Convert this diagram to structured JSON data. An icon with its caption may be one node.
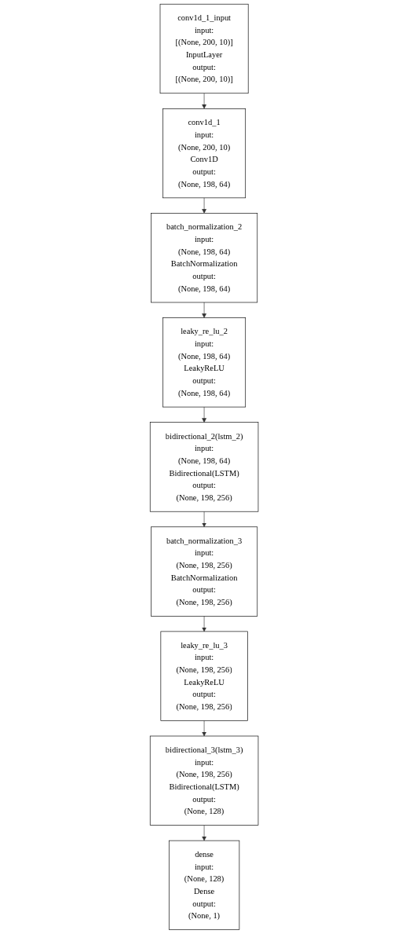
{
  "diagram": {
    "nodes": [
      {
        "text": [
          "conv1d_1_input",
          "input:",
          "[(None, 200, 10)]",
          "InputLayer",
          "output:",
          "[(None, 200, 10)]"
        ]
      },
      {
        "text": [
          "conv1d_1",
          "input:",
          "(None, 200, 10)",
          "Conv1D",
          "output:",
          "(None, 198, 64)"
        ]
      },
      {
        "text": [
          "batch_normalization_2",
          "input:",
          "(None, 198, 64)",
          "BatchNormalization",
          "output:",
          "(None, 198, 64)"
        ]
      },
      {
        "text": [
          "leaky_re_lu_2",
          "input:",
          "(None, 198, 64)",
          "LeakyReLU",
          "output:",
          "(None, 198, 64)"
        ]
      },
      {
        "text": [
          "bidirectional_2(lstm_2)",
          "input:",
          "(None, 198, 64)",
          "Bidirectional(LSTM)",
          "output:",
          "(None, 198, 256)"
        ]
      },
      {
        "text": [
          "batch_normalization_3",
          "input:",
          "(None, 198, 256)",
          "BatchNormalization",
          "output:",
          "(None, 198, 256)"
        ]
      },
      {
        "text": [
          "leaky_re_lu_3",
          "input:",
          "(None, 198, 256)",
          "LeakyReLU",
          "output:",
          "(None, 198, 256)"
        ]
      },
      {
        "text": [
          "bidirectional_3(lstm_3)",
          "input:",
          "(None, 198, 256)",
          "Bidirectional(LSTM)",
          "output:",
          "(None, 128)"
        ]
      },
      {
        "text": [
          "dense",
          "input:",
          "(None, 128)",
          "Dense",
          "output:",
          "(None, 1)"
        ]
      }
    ],
    "edges": [
      {
        "from": 0,
        "to": 1,
        "arrow": "to"
      },
      {
        "from": 1,
        "to": 2,
        "arrow": "to"
      },
      {
        "from": 2,
        "to": 3,
        "arrow": "to"
      },
      {
        "from": 3,
        "to": 4,
        "arrow": "to"
      },
      {
        "from": 4,
        "to": 5,
        "arrow": "to"
      },
      {
        "from": 5,
        "to": 6,
        "arrow": "to"
      },
      {
        "from": 6,
        "to": 7,
        "arrow": "to"
      },
      {
        "from": 7,
        "to": 8,
        "arrow": "to"
      }
    ]
  }
}
